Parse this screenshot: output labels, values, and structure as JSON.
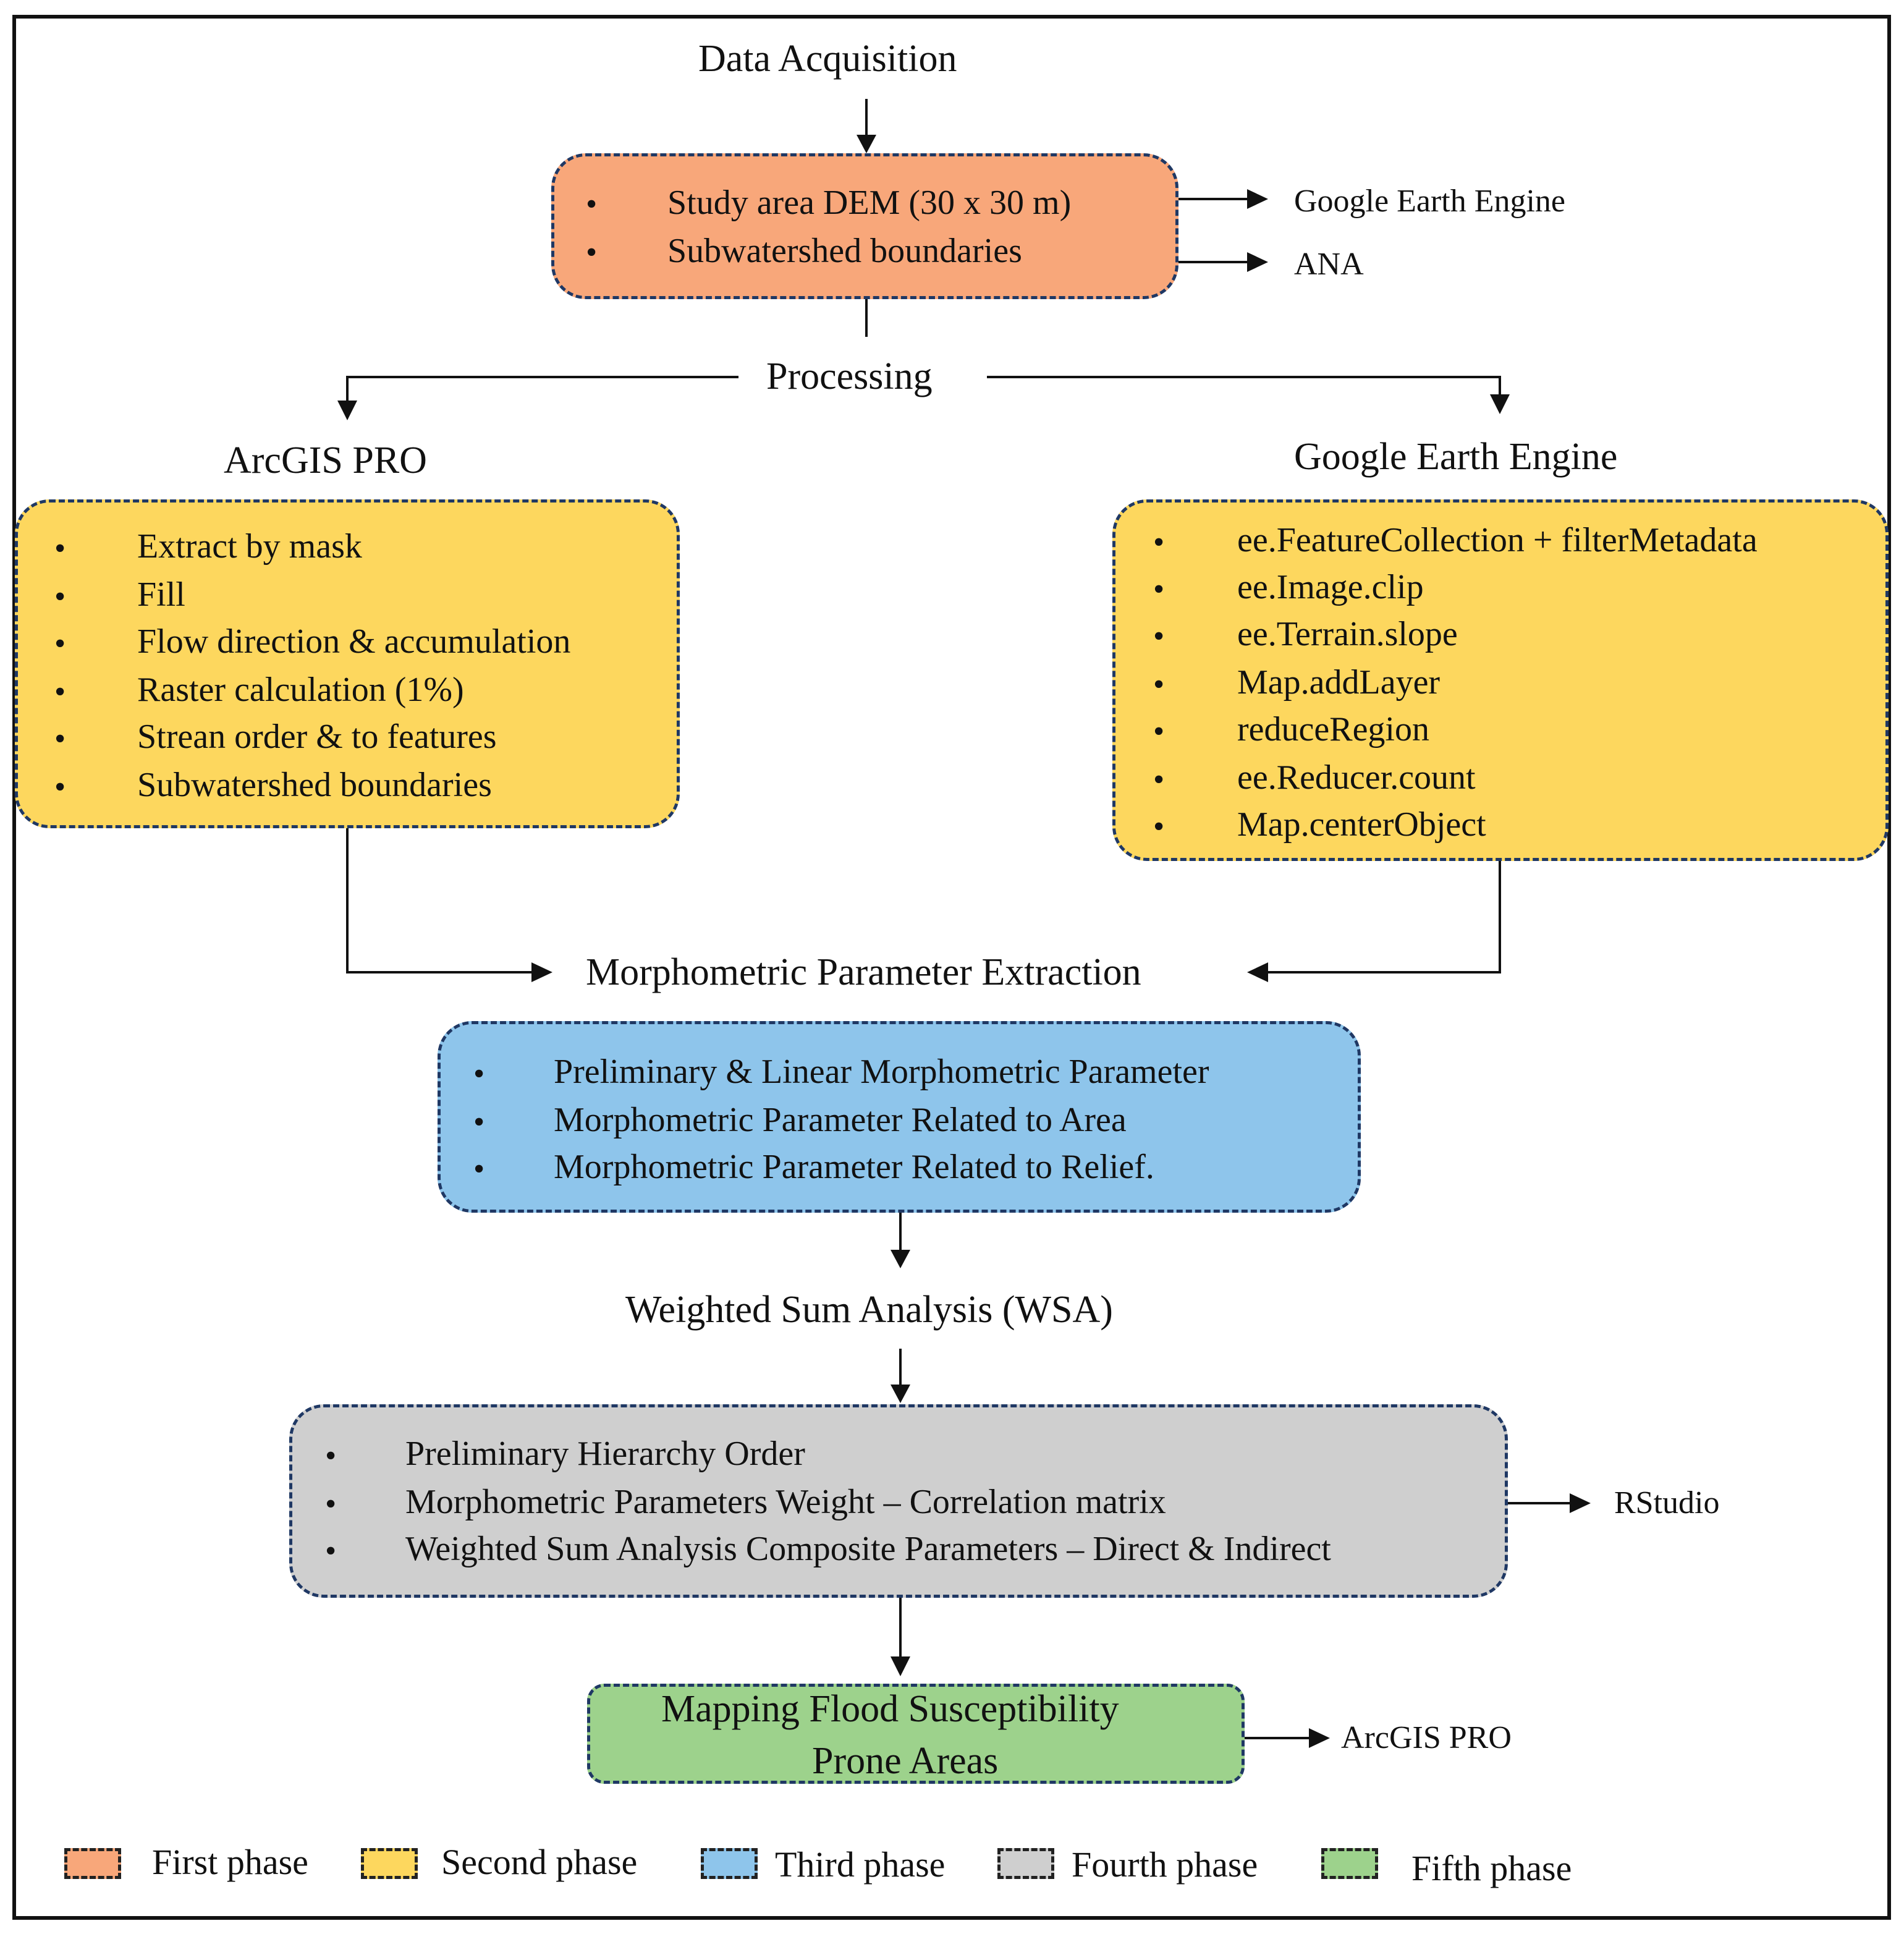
{
  "stages": {
    "acquisition": "Data Acquisition",
    "processing": "Processing",
    "extraction": "Morphometric Parameter Extraction",
    "wsa": "Weighted Sum Analysis (WSA)"
  },
  "first_box": {
    "items": [
      "Study area DEM  (30 x 30 m)",
      "Subwatershed boundaries"
    ],
    "sources": [
      "Google Earth Engine",
      "ANA"
    ]
  },
  "arcgis": {
    "title": "ArcGIS PRO",
    "items": [
      "Extract  by mask",
      "Fill",
      "Flow direction & accumulation",
      "Raster calculation (1%)",
      "Strean order & to features",
      "Subwatershed boundaries"
    ]
  },
  "gee": {
    "title": "Google Earth Engine",
    "items": [
      "ee.FeatureCollection + filterMetadata",
      "ee.Image.clip",
      "ee.Terrain.slope",
      "Map.addLayer",
      "reduceRegion",
      "ee.Reducer.count",
      "Map.centerObject"
    ]
  },
  "third_box": {
    "items": [
      "Preliminary & Linear Morphometric Parameter",
      "Morphometric Parameter Related to Area",
      "Morphometric Parameter Related to Relief."
    ]
  },
  "fourth_box": {
    "items": [
      "Preliminary Hierarchy Order",
      "Morphometric Parameters Weight – Correlation matrix",
      "Weighted Sum Analysis Composite Parameters – Direct & Indirect"
    ],
    "tool": "RStudio"
  },
  "fifth_box": {
    "lines": [
      "Mapping Flood Susceptibility",
      "Prone Areas"
    ],
    "tool": "ArcGIS  PRO"
  },
  "bullet_char": "•",
  "legend": [
    {
      "label": "First phase",
      "color": "#f8a77a"
    },
    {
      "label": "Second phase",
      "color": "#fdd75e"
    },
    {
      "label": "Third phase",
      "color": "#8ec5eb"
    },
    {
      "label": "Fourth phase",
      "color": "#cfcfcf"
    },
    {
      "label": "Fifth phase",
      "color": "#9dd28c"
    }
  ]
}
